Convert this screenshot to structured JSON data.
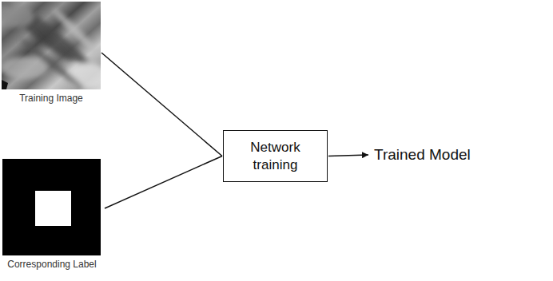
{
  "diagram": {
    "nodes": [
      {
        "text": [
          "Training Image"
        ]
      },
      {
        "text": [
          "Corresponding Label"
        ]
      },
      {
        "text": [
          "Network training"
        ]
      },
      {
        "text": [
          "Trained Model"
        ]
      }
    ],
    "edges": [
      {
        "from": 0,
        "to": 2,
        "arrow": "none"
      },
      {
        "from": 1,
        "to": 2,
        "arrow": "none"
      },
      {
        "from": 2,
        "to": 3,
        "arrow": "to"
      }
    ]
  }
}
